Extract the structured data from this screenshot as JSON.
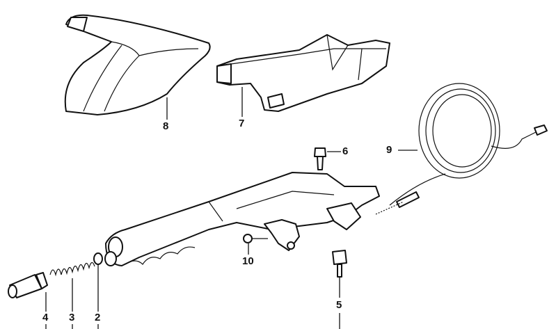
{
  "diagram": {
    "type": "exploded parts diagram",
    "callouts": [
      {
        "id": "8",
        "label": "8"
      },
      {
        "id": "7",
        "label": "7"
      },
      {
        "id": "6",
        "label": "6"
      },
      {
        "id": "9",
        "label": "9"
      },
      {
        "id": "10",
        "label": "10"
      },
      {
        "id": "5",
        "label": "5"
      },
      {
        "id": "4",
        "label": "4"
      },
      {
        "id": "3",
        "label": "3"
      },
      {
        "id": "2",
        "label": "2"
      }
    ]
  }
}
